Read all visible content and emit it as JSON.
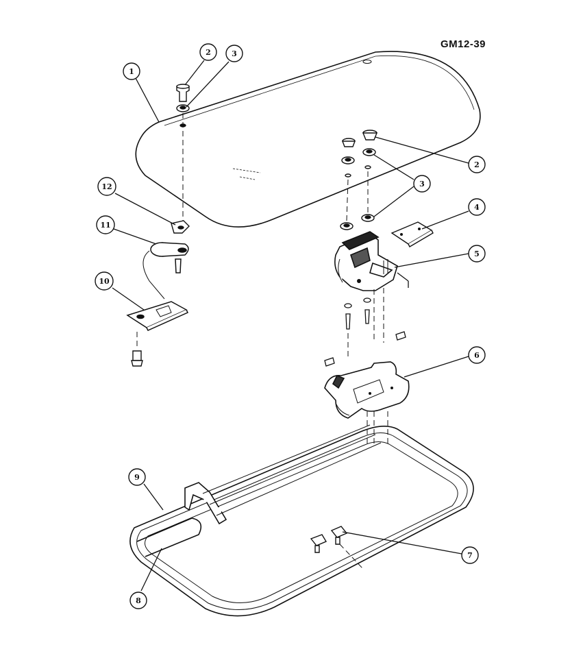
{
  "figure_code": "GM12-39",
  "callouts": {
    "c1": "1",
    "c2a": "2",
    "c3a": "3",
    "c2b": "2",
    "c3b": "3",
    "c4": "4",
    "c5": "5",
    "c6": "6",
    "c7": "7",
    "c8": "8",
    "c9": "9",
    "c10": "10",
    "c11": "11",
    "c12": "12"
  },
  "colors": {
    "ink": "#111111",
    "paper": "#ffffff"
  }
}
